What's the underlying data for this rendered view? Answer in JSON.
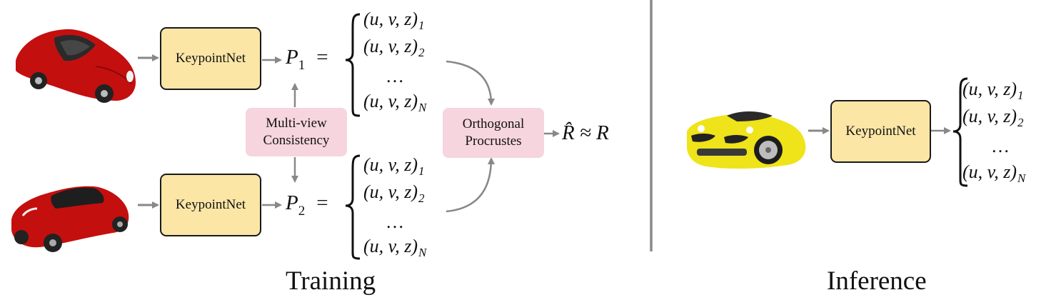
{
  "keypointnet_label": "KeypointNet",
  "training": {
    "top": {
      "p_name": "P",
      "p_sub": "1",
      "equals": "=",
      "tuples": [
        {
          "text": "(u, v, z)",
          "sub": "1"
        },
        {
          "text": "(u, v, z)",
          "sub": "2"
        },
        {
          "text": "(u, v, z)",
          "sub": "N"
        }
      ],
      "ellipsis": "…"
    },
    "bottom": {
      "p_name": "P",
      "p_sub": "2",
      "equals": "=",
      "tuples": [
        {
          "text": "(u, v, z)",
          "sub": "1"
        },
        {
          "text": "(u, v, z)",
          "sub": "2"
        },
        {
          "text": "(u, v, z)",
          "sub": "N"
        }
      ],
      "ellipsis": "…"
    },
    "consistency_lines": [
      "Multi-view",
      "Consistency"
    ],
    "procrustes_lines": [
      "Orthogonal",
      "Procrustes"
    ],
    "result": "R̂ ≈ R",
    "caption": "Training"
  },
  "inference": {
    "tuples": [
      {
        "text": "(u, v, z)",
        "sub": "1"
      },
      {
        "text": "(u, v, z)",
        "sub": "2"
      },
      {
        "text": "(u, v, z)",
        "sub": "N"
      }
    ],
    "ellipsis": "…",
    "caption": "Inference"
  },
  "colors": {
    "box_fill": "#fbe6a6",
    "pink_fill": "#f6d5de",
    "arrow": "#888888",
    "red_car": "#c40f0f",
    "yellow_car": "#efe31a"
  },
  "icons": [
    "red-car-icon",
    "red-car-icon",
    "yellow-car-icon"
  ]
}
